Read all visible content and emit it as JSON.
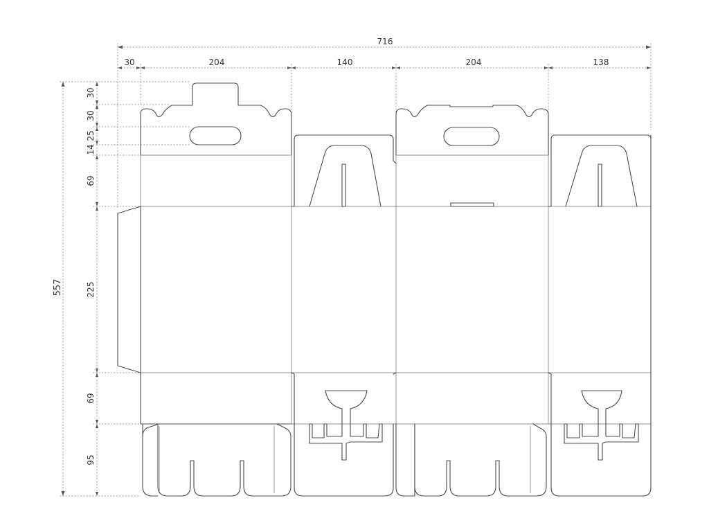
{
  "colors": {
    "line": "#4a4a4a",
    "dimension": "#8a8a8a",
    "text": "#333333",
    "background": "#ffffff"
  },
  "dimensions": {
    "total_width": "716",
    "widths": [
      "30",
      "204",
      "140",
      "204",
      "138"
    ],
    "total_height": "557",
    "heights": [
      "30",
      "30",
      "25",
      "14",
      "69",
      "225",
      "69",
      "95"
    ]
  }
}
